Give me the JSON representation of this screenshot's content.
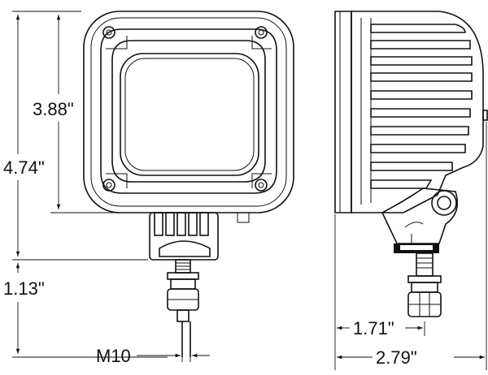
{
  "dimensions": {
    "total_height": "4.74\"",
    "lens_height": "3.88\"",
    "stud_length": "1.13\"",
    "thread": "M10",
    "mount_depth": "1.71\"",
    "total_depth": "2.79\""
  }
}
